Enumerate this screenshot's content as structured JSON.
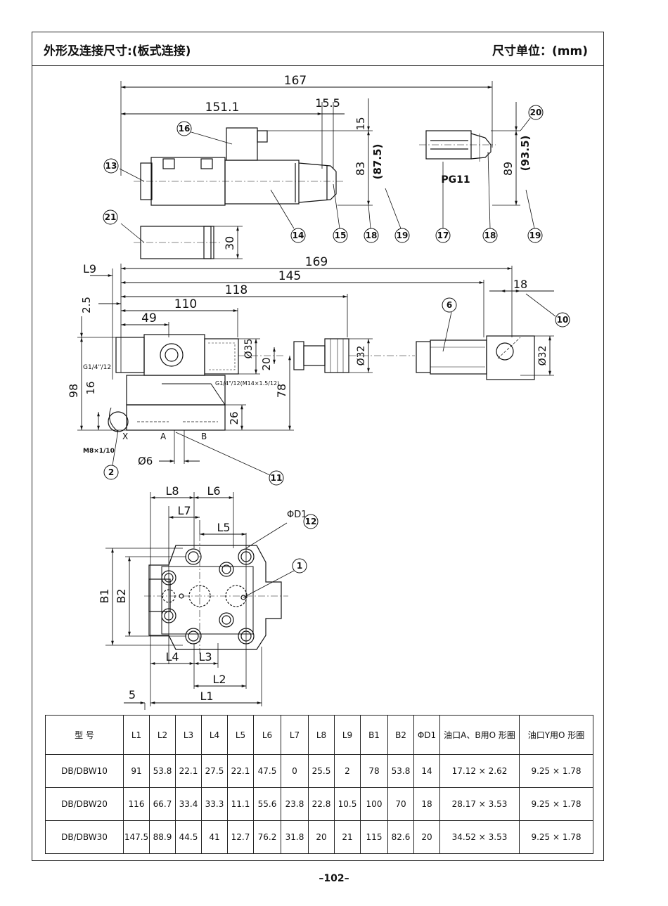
{
  "header": {
    "title": "外形及连接尺寸:(板式连接)",
    "unit": "尺寸单位：(mm)"
  },
  "drawing": {
    "top_view": {
      "dims": [
        "167",
        "151.1",
        "15.5",
        "15",
        "83",
        "(87.5)",
        "89",
        "(93.5)",
        "30"
      ],
      "connector_label": "PG11",
      "callouts": [
        "13",
        "16",
        "14",
        "15",
        "18",
        "19",
        "17",
        "18",
        "19",
        "20",
        "21"
      ]
    },
    "side_view": {
      "dims": [
        "L9",
        "169",
        "145",
        "118",
        "2.5",
        "110",
        "49",
        "Ø35",
        "20",
        "Ø32",
        "18",
        "Ø32",
        "98",
        "16",
        "78",
        "26",
        "Ø6"
      ],
      "labels": [
        "G1/4\"/12",
        "G1/4\"/12(M14×1.5/12)",
        "M8×1/10",
        "X",
        "A",
        "B"
      ],
      "callouts": [
        "6",
        "10",
        "2",
        "11"
      ]
    },
    "base_view": {
      "dims": [
        "L8",
        "L6",
        "L7",
        "L5",
        "ΦD1",
        "B1",
        "B2",
        "L4",
        "L3",
        "L2",
        "5",
        "L1"
      ],
      "callouts": [
        "12",
        "1"
      ]
    }
  },
  "table": {
    "headers": [
      "型 号",
      "L1",
      "L2",
      "L3",
      "L4",
      "L5",
      "L6",
      "L7",
      "L8",
      "L9",
      "B1",
      "B2",
      "ΦD1",
      "油口A、B用O 形圈",
      "油口Y用O 形圈"
    ],
    "rows": [
      [
        "DB/DBW10",
        "91",
        "53.8",
        "22.1",
        "27.5",
        "22.1",
        "47.5",
        "0",
        "25.5",
        "2",
        "78",
        "53.8",
        "14",
        "17.12 × 2.62",
        "9.25 × 1.78"
      ],
      [
        "DB/DBW20",
        "116",
        "66.7",
        "33.4",
        "33.3",
        "11.1",
        "55.6",
        "23.8",
        "22.8",
        "10.5",
        "100",
        "70",
        "18",
        "28.17 × 3.53",
        "9.25 × 1.78"
      ],
      [
        "DB/DBW30",
        "147.5",
        "88.9",
        "44.5",
        "41",
        "12.7",
        "76.2",
        "31.8",
        "20",
        "21",
        "115",
        "82.6",
        "20",
        "34.52 × 3.53",
        "9.25 × 1.78"
      ]
    ]
  },
  "footer": {
    "page_number": "–102–"
  }
}
